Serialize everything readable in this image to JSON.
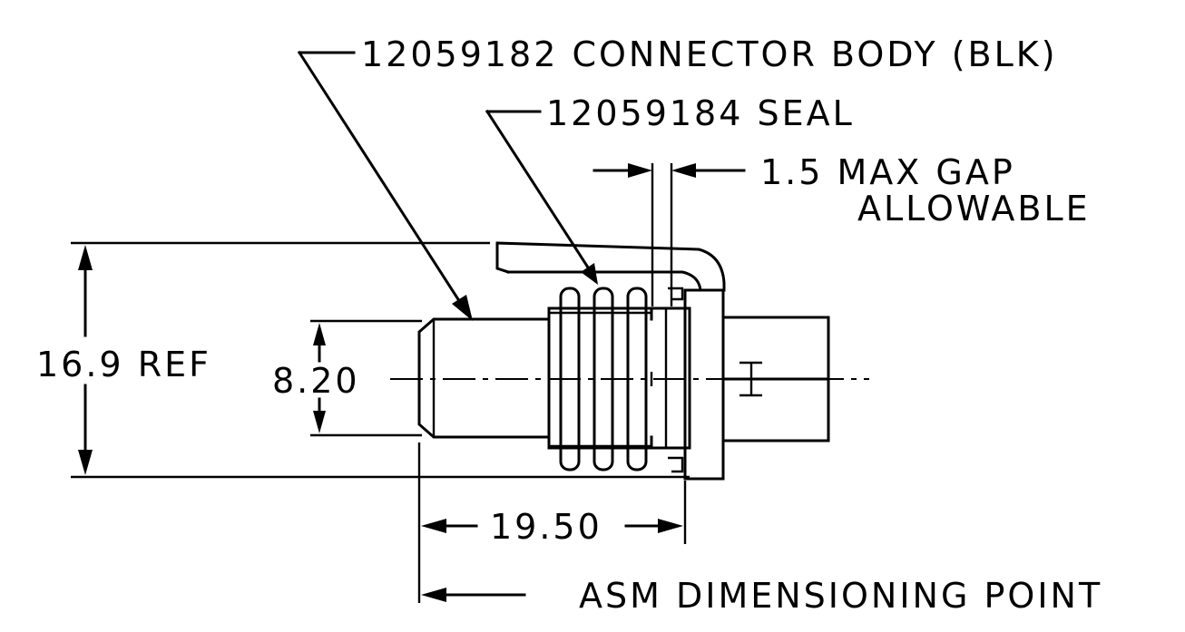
{
  "callouts": {
    "connector_body": "12059182 CONNECTOR BODY (BLK)",
    "seal": "12059184 SEAL",
    "gap_line1": "1.5 MAX GAP",
    "gap_line2": "ALLOWABLE"
  },
  "dimensions": {
    "overall_height": "16.9 REF",
    "body_diameter": "8.20",
    "length": "19.50",
    "asm_point": "ASM DIMENSIONING POINT"
  }
}
